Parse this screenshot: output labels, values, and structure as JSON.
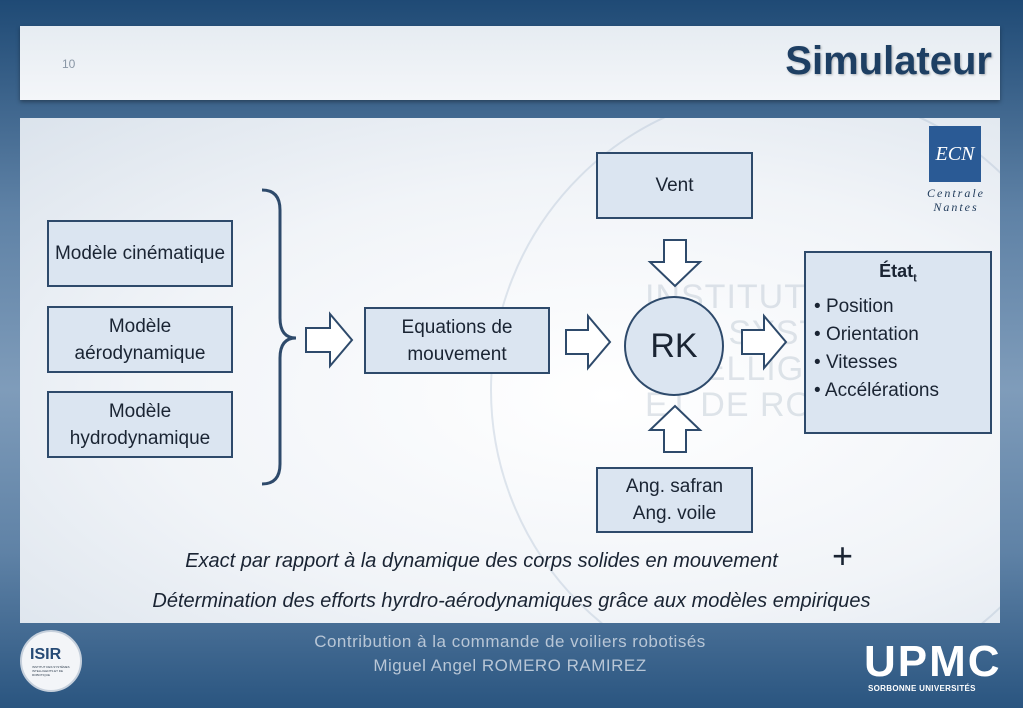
{
  "slide": {
    "number": "10",
    "title": "Simulateur"
  },
  "diagram": {
    "models": [
      "Modèle cinématique",
      "Modèle aérodynamique",
      "Modèle hydrodynamique"
    ],
    "equations": "Equations de mouvement",
    "vent": "Vent",
    "rk": "RK",
    "angles": [
      "Ang. safran",
      "Ang. voile"
    ],
    "state": {
      "title": "État",
      "subscript": "t",
      "items": [
        "Position",
        "Orientation",
        "Vitesses",
        "Accélérations"
      ]
    }
  },
  "captions": {
    "line1": "Exact par rapport à la dynamique des corps solides en mouvement",
    "plus": "+",
    "line2": "Détermination des efforts hyrdro-aérodynamiques grâce aux modèles empiriques"
  },
  "watermark": {
    "lines": [
      "INSTITUT",
      "DES SYSTÈMES",
      "INTELLIGENTS",
      "ET DE ROBOTIQUE"
    ]
  },
  "logos": {
    "ecn_mark": "ECN",
    "ecn_line1": "Centrale",
    "ecn_line2": "Nantes",
    "isir": "ISIR",
    "isir_sub": "INSTITUT DES SYSTÈMES INTELLIGENTS ET DE ROBOTIQUE",
    "upmc": "UPMC",
    "upmc_sub": "SORBONNE UNIVERSITÉS"
  },
  "footer": {
    "line1": "Contribution à la commande de voiliers robotisés",
    "line2": "Miguel Angel ROMERO RAMIREZ"
  },
  "colors": {
    "box_fill": "#dbe5f1",
    "box_border": "#2e4a6b",
    "title": "#1e3f63"
  }
}
